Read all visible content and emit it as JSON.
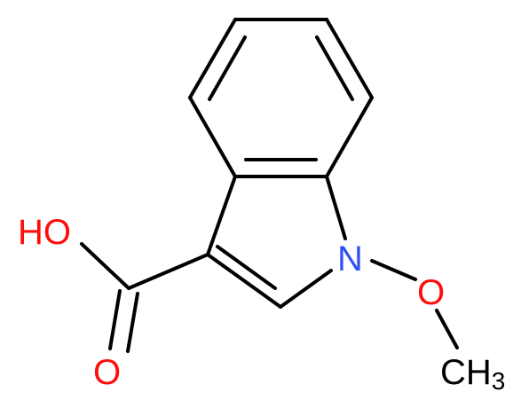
{
  "molecule": {
    "atoms": {
      "hydroxyl": {
        "text": "HO",
        "color": "#ff0d0d"
      },
      "nitrogen": {
        "text": "N",
        "color": "#3050f8"
      },
      "ether_oxygen": {
        "text": "O",
        "color": "#ff0d0d"
      },
      "carbonyl_oxygen": {
        "text": "O",
        "color": "#ff0d0d"
      },
      "methyl": {
        "text": "CH",
        "subscript": "3",
        "color": "#000000"
      }
    },
    "bond_color": "#000000"
  }
}
